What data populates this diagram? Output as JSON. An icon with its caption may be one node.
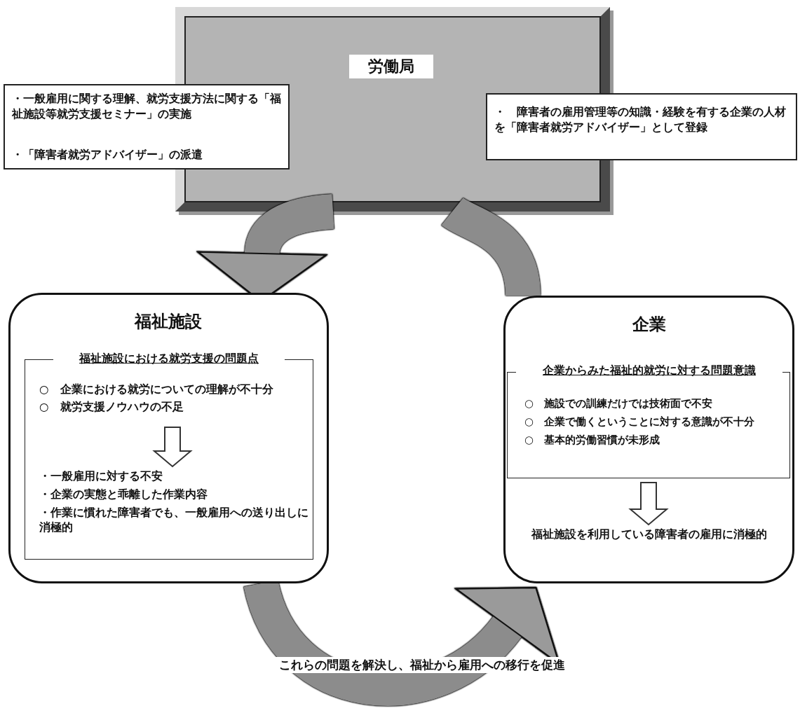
{
  "diagram": {
    "nodes": [
      {
        "text": [
          "労働局"
        ]
      },
      {
        "text": [
          "・一般雇用に関する理解、就労支援方法に関する「福祉施設等就労支援セミナー」の実施",
          "・「障害者就労アドバイザー」の派遣"
        ]
      },
      {
        "text": [
          "・　障害者の雇用管理等の知識・経験を有する企業の人材を「障害者就労アドバイザー」として登録"
        ]
      },
      {
        "text": [
          "福祉施設"
        ]
      },
      {
        "text": [
          "福祉施設における就労支援の問題点"
        ],
        "in": 3
      },
      {
        "text": [
          "○　企業における就労についての理解が不十分",
          "○　就労支援ノウハウの不足"
        ],
        "in": 4
      },
      {
        "text": [
          "・一般雇用に対する不安",
          "・企業の実態と乖離した作業内容",
          "・作業に慣れた障害者でも、一般雇用への送り出しに消極的"
        ],
        "in": 4
      },
      {
        "text": [
          "企業"
        ]
      },
      {
        "text": [
          "企業からみた福祉的就労に対する問題意識",
          "○　施設での訓練だけでは技術面で不安",
          "○　企業で働くということに対する意識が不十分",
          "○　基本的労働習慣が未形成"
        ],
        "in": 7
      },
      {
        "text": [
          "福祉施設を利用している障害者の雇用に消極的"
        ],
        "in": 7
      }
    ],
    "edges": [
      {
        "from": 0,
        "to": 3,
        "arrow": "to"
      },
      {
        "from": 7,
        "to": 0,
        "arrow": "none"
      },
      {
        "from": 3,
        "to": 7,
        "arrow": "to",
        "label": "これらの問題を解決し、福祉から雇用への移行を促進"
      },
      {
        "from": 5,
        "to": 6,
        "arrow": "to"
      },
      {
        "from": 8,
        "to": 9,
        "arrow": "to"
      }
    ]
  }
}
